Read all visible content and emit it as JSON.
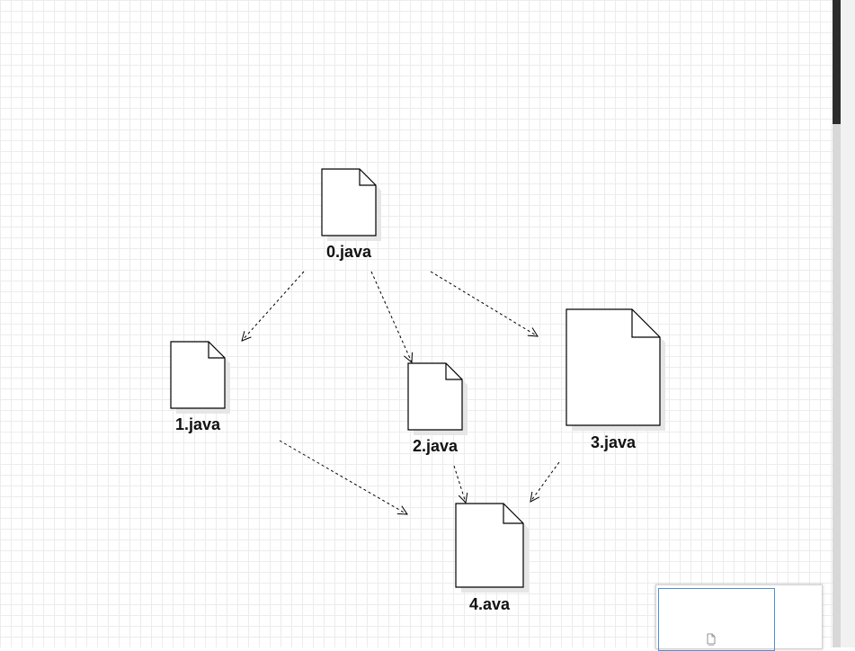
{
  "diagram": {
    "files": [
      {
        "id": "file-0",
        "label": "0.java"
      },
      {
        "id": "file-1",
        "label": "1.java"
      },
      {
        "id": "file-2",
        "label": "2.java"
      },
      {
        "id": "file-3",
        "label": "3.java"
      },
      {
        "id": "file-4",
        "label": "4.ava"
      }
    ],
    "edges": [
      {
        "from": "file-0",
        "to": "file-1"
      },
      {
        "from": "file-0",
        "to": "file-2"
      },
      {
        "from": "file-0",
        "to": "file-3"
      },
      {
        "from": "file-1",
        "to": "file-4"
      },
      {
        "from": "file-2",
        "to": "file-4"
      },
      {
        "from": "file-3",
        "to": "file-4"
      }
    ]
  },
  "outline": {
    "icon": "document-icon"
  },
  "colors": {
    "grid": "#ececec",
    "stroke": "#000000",
    "shadow": "#e6e6e6",
    "viewport_border": "#4a90d9",
    "scroll_thumb": "#2b2b2b"
  }
}
